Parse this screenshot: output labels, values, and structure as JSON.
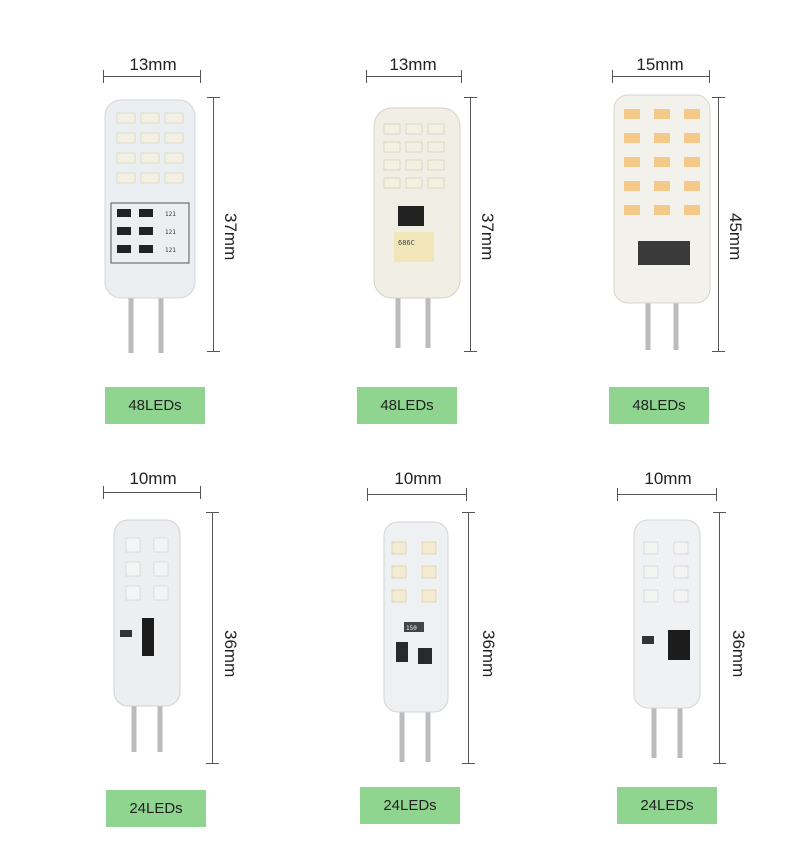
{
  "products": [
    {
      "width": "13mm",
      "height": "37mm",
      "leds": "48LEDs"
    },
    {
      "width": "13mm",
      "height": "37mm",
      "leds": "48LEDs"
    },
    {
      "width": "15mm",
      "height": "45mm",
      "leds": "48LEDs"
    },
    {
      "width": "10mm",
      "height": "36mm",
      "leds": "24LEDs"
    },
    {
      "width": "10mm",
      "height": "36mm",
      "leds": "24LEDs"
    },
    {
      "width": "10mm",
      "height": "36mm",
      "leds": "24LEDs"
    }
  ],
  "component_labels": [
    "121",
    "121",
    "121",
    "686C",
    "150"
  ],
  "colors": {
    "badge": "#8fd48f",
    "warm_led": "#f4c98a",
    "cool_led": "#f2f2ea"
  }
}
